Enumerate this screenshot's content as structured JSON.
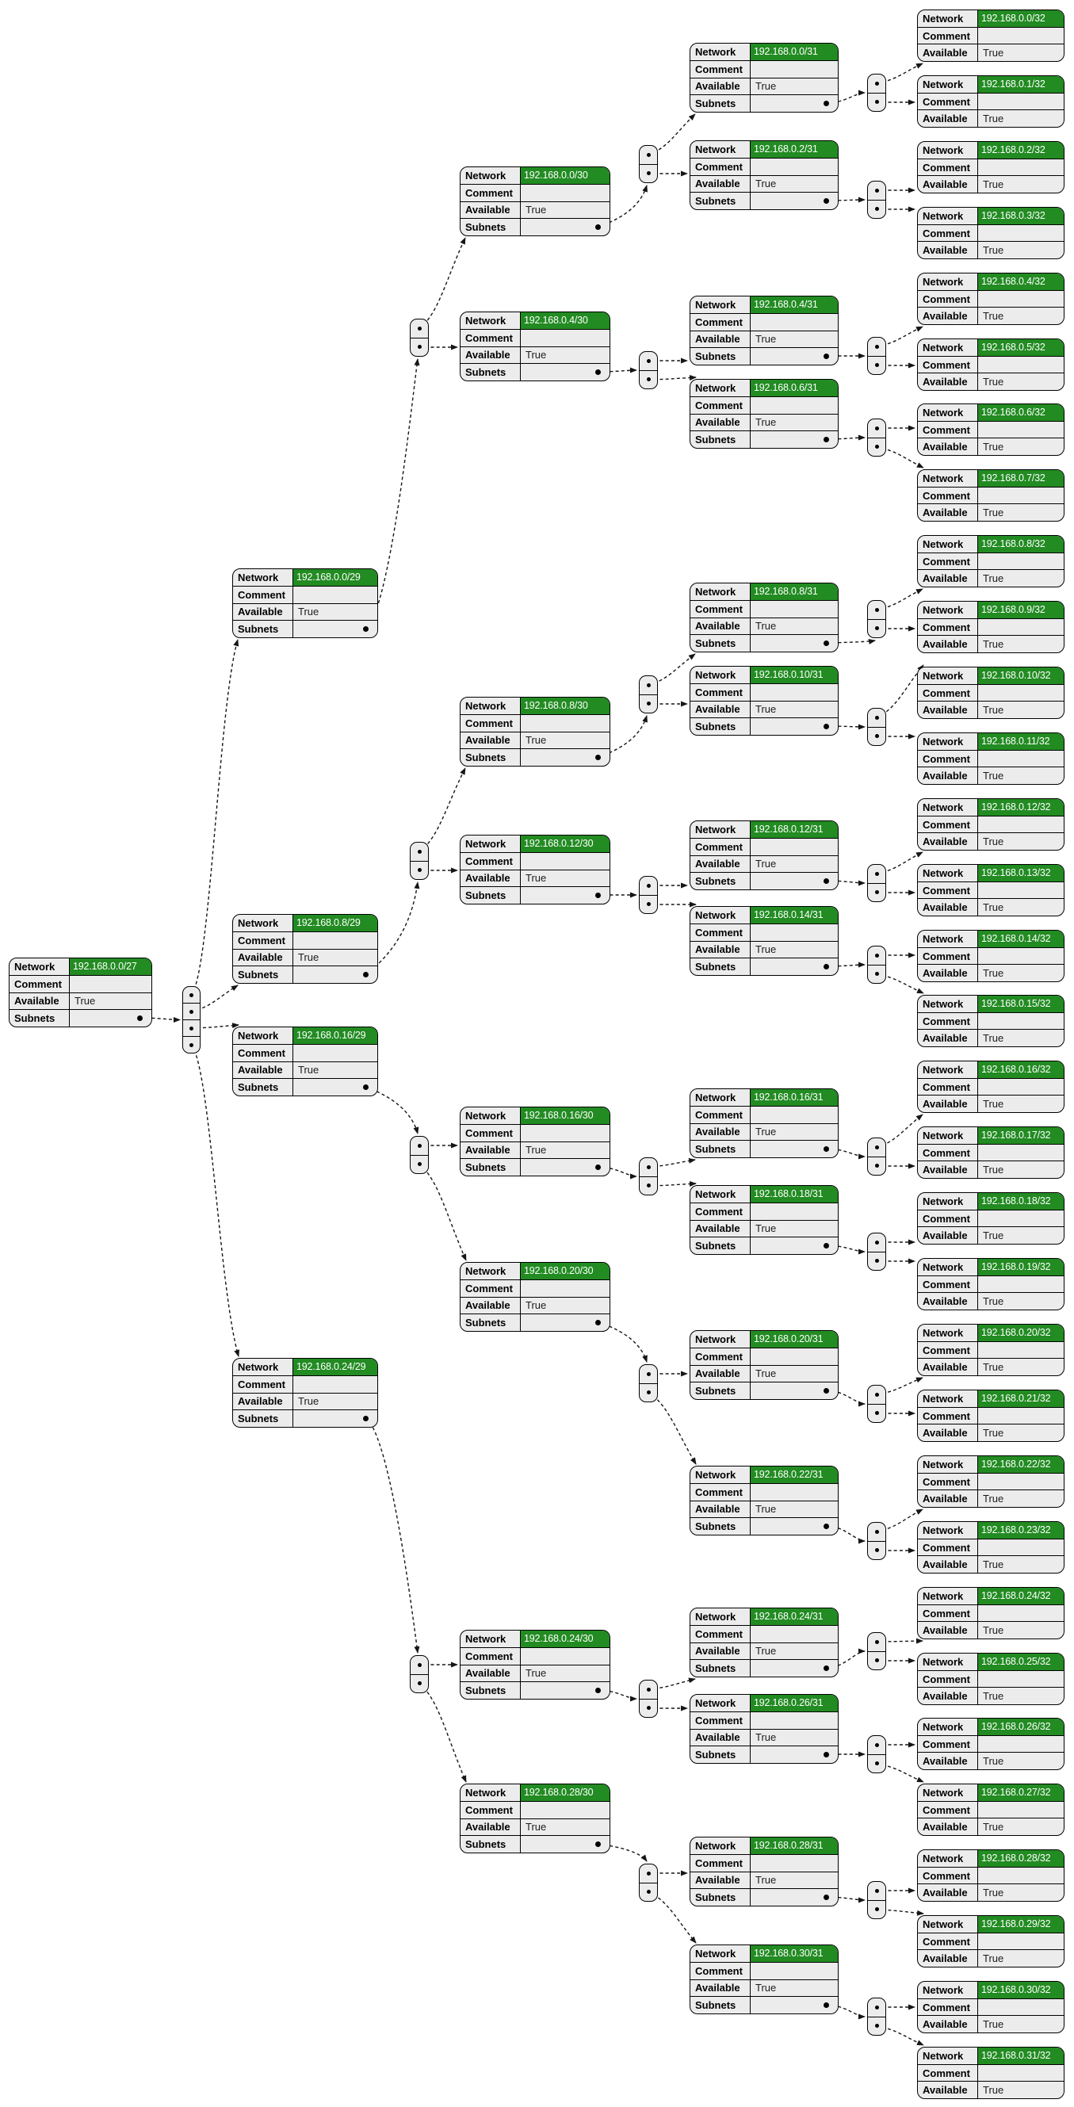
{
  "diagram": {
    "type": "subnet-tree",
    "field_labels": [
      "Network",
      "Comment",
      "Available",
      "Subnets"
    ],
    "available_value": "True",
    "comment_value": "",
    "colors": {
      "network_bg": "#228B22",
      "network_text": "#FFFFFF",
      "node_bg": "#ECECEC",
      "border": "#000000",
      "edge": "#161616",
      "canvas_bg": "#FFFFFF"
    },
    "levels": [
      {
        "prefix": "/27",
        "nodes": [
          {
            "network": "192.168.0.0/27",
            "comment": "",
            "available": "True",
            "has_subnets": true
          }
        ]
      },
      {
        "prefix": "/29",
        "nodes": [
          {
            "network": "192.168.0.0/29",
            "comment": "",
            "available": "True",
            "has_subnets": true
          },
          {
            "network": "192.168.0.8/29",
            "comment": "",
            "available": "True",
            "has_subnets": true
          },
          {
            "network": "192.168.0.16/29",
            "comment": "",
            "available": "True",
            "has_subnets": true
          },
          {
            "network": "192.168.0.24/29",
            "comment": "",
            "available": "True",
            "has_subnets": true
          }
        ]
      },
      {
        "prefix": "/30",
        "nodes": [
          {
            "network": "192.168.0.0/30",
            "comment": "",
            "available": "True",
            "has_subnets": true
          },
          {
            "network": "192.168.0.4/30",
            "comment": "",
            "available": "True",
            "has_subnets": true
          },
          {
            "network": "192.168.0.8/30",
            "comment": "",
            "available": "True",
            "has_subnets": true
          },
          {
            "network": "192.168.0.12/30",
            "comment": "",
            "available": "True",
            "has_subnets": true
          },
          {
            "network": "192.168.0.16/30",
            "comment": "",
            "available": "True",
            "has_subnets": true
          },
          {
            "network": "192.168.0.20/30",
            "comment": "",
            "available": "True",
            "has_subnets": true
          },
          {
            "network": "192.168.0.24/30",
            "comment": "",
            "available": "True",
            "has_subnets": true
          },
          {
            "network": "192.168.0.28/30",
            "comment": "",
            "available": "True",
            "has_subnets": true
          }
        ]
      },
      {
        "prefix": "/31",
        "nodes": [
          {
            "network": "192.168.0.0/31",
            "comment": "",
            "available": "True",
            "has_subnets": true
          },
          {
            "network": "192.168.0.2/31",
            "comment": "",
            "available": "True",
            "has_subnets": true
          },
          {
            "network": "192.168.0.4/31",
            "comment": "",
            "available": "True",
            "has_subnets": true
          },
          {
            "network": "192.168.0.6/31",
            "comment": "",
            "available": "True",
            "has_subnets": true
          },
          {
            "network": "192.168.0.8/31",
            "comment": "",
            "available": "True",
            "has_subnets": true
          },
          {
            "network": "192.168.0.10/31",
            "comment": "",
            "available": "True",
            "has_subnets": true
          },
          {
            "network": "192.168.0.12/31",
            "comment": "",
            "available": "True",
            "has_subnets": true
          },
          {
            "network": "192.168.0.14/31",
            "comment": "",
            "available": "True",
            "has_subnets": true
          },
          {
            "network": "192.168.0.16/31",
            "comment": "",
            "available": "True",
            "has_subnets": true
          },
          {
            "network": "192.168.0.18/31",
            "comment": "",
            "available": "True",
            "has_subnets": true
          },
          {
            "network": "192.168.0.20/31",
            "comment": "",
            "available": "True",
            "has_subnets": true
          },
          {
            "network": "192.168.0.22/31",
            "comment": "",
            "available": "True",
            "has_subnets": true
          },
          {
            "network": "192.168.0.24/31",
            "comment": "",
            "available": "True",
            "has_subnets": true
          },
          {
            "network": "192.168.0.26/31",
            "comment": "",
            "available": "True",
            "has_subnets": true
          },
          {
            "network": "192.168.0.28/31",
            "comment": "",
            "available": "True",
            "has_subnets": true
          },
          {
            "network": "192.168.0.30/31",
            "comment": "",
            "available": "True",
            "has_subnets": true
          }
        ]
      },
      {
        "prefix": "/32",
        "nodes": [
          {
            "network": "192.168.0.0/32",
            "comment": "",
            "available": "True",
            "has_subnets": false
          },
          {
            "network": "192.168.0.1/32",
            "comment": "",
            "available": "True",
            "has_subnets": false
          },
          {
            "network": "192.168.0.2/32",
            "comment": "",
            "available": "True",
            "has_subnets": false
          },
          {
            "network": "192.168.0.3/32",
            "comment": "",
            "available": "True",
            "has_subnets": false
          },
          {
            "network": "192.168.0.4/32",
            "comment": "",
            "available": "True",
            "has_subnets": false
          },
          {
            "network": "192.168.0.5/32",
            "comment": "",
            "available": "True",
            "has_subnets": false
          },
          {
            "network": "192.168.0.6/32",
            "comment": "",
            "available": "True",
            "has_subnets": false
          },
          {
            "network": "192.168.0.7/32",
            "comment": "",
            "available": "True",
            "has_subnets": false
          },
          {
            "network": "192.168.0.8/32",
            "comment": "",
            "available": "True",
            "has_subnets": false
          },
          {
            "network": "192.168.0.9/32",
            "comment": "",
            "available": "True",
            "has_subnets": false
          },
          {
            "network": "192.168.0.10/32",
            "comment": "",
            "available": "True",
            "has_subnets": false
          },
          {
            "network": "192.168.0.11/32",
            "comment": "",
            "available": "True",
            "has_subnets": false
          },
          {
            "network": "192.168.0.12/32",
            "comment": "",
            "available": "True",
            "has_subnets": false
          },
          {
            "network": "192.168.0.13/32",
            "comment": "",
            "available": "True",
            "has_subnets": false
          },
          {
            "network": "192.168.0.14/32",
            "comment": "",
            "available": "True",
            "has_subnets": false
          },
          {
            "network": "192.168.0.15/32",
            "comment": "",
            "available": "True",
            "has_subnets": false
          },
          {
            "network": "192.168.0.16/32",
            "comment": "",
            "available": "True",
            "has_subnets": false
          },
          {
            "network": "192.168.0.17/32",
            "comment": "",
            "available": "True",
            "has_subnets": false
          },
          {
            "network": "192.168.0.18/32",
            "comment": "",
            "available": "True",
            "has_subnets": false
          },
          {
            "network": "192.168.0.19/32",
            "comment": "",
            "available": "True",
            "has_subnets": false
          },
          {
            "network": "192.168.0.20/32",
            "comment": "",
            "available": "True",
            "has_subnets": false
          },
          {
            "network": "192.168.0.21/32",
            "comment": "",
            "available": "True",
            "has_subnets": false
          },
          {
            "network": "192.168.0.22/32",
            "comment": "",
            "available": "True",
            "has_subnets": false
          },
          {
            "network": "192.168.0.23/32",
            "comment": "",
            "available": "True",
            "has_subnets": false
          },
          {
            "network": "192.168.0.24/32",
            "comment": "",
            "available": "True",
            "has_subnets": false
          },
          {
            "network": "192.168.0.25/32",
            "comment": "",
            "available": "True",
            "has_subnets": false
          },
          {
            "network": "192.168.0.26/32",
            "comment": "",
            "available": "True",
            "has_subnets": false
          },
          {
            "network": "192.168.0.27/32",
            "comment": "",
            "available": "True",
            "has_subnets": false
          },
          {
            "network": "192.168.0.28/32",
            "comment": "",
            "available": "True",
            "has_subnets": false
          },
          {
            "network": "192.168.0.29/32",
            "comment": "",
            "available": "True",
            "has_subnets": false
          },
          {
            "network": "192.168.0.30/32",
            "comment": "",
            "available": "True",
            "has_subnets": false
          },
          {
            "network": "192.168.0.31/32",
            "comment": "",
            "available": "True",
            "has_subnets": false
          }
        ]
      }
    ]
  }
}
